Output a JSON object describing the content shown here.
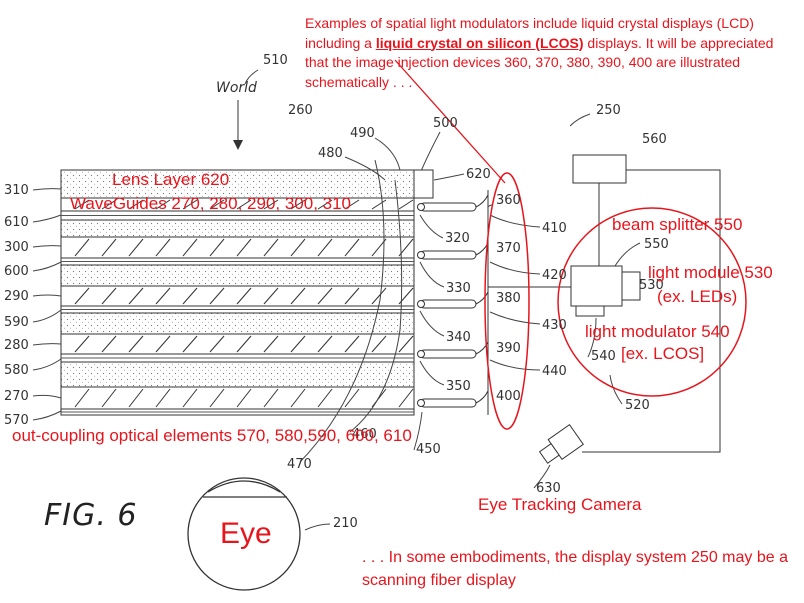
{
  "figure": {
    "fig_label": "FIG. 6",
    "world_label": "World",
    "ref_numbers": {
      "r510": "510",
      "r260": "260",
      "r250": "250",
      "r560": "560",
      "r490": "490",
      "r500": "500",
      "r480": "480",
      "r620": "620",
      "r360": "360",
      "r410": "410",
      "r320": "320",
      "r370": "370",
      "r420": "420",
      "r330": "330",
      "r380": "380",
      "r430": "430",
      "r340": "340",
      "r390": "390",
      "r440": "440",
      "r350": "350",
      "r400": "400",
      "r450": "450",
      "r460": "460",
      "r470": "470",
      "r550": "550",
      "r530": "530",
      "r540": "540",
      "r520": "520",
      "r630": "630",
      "r210": "210",
      "left_labels": [
        "310",
        "610",
        "300",
        "600",
        "290",
        "590",
        "280",
        "580",
        "270",
        "570"
      ]
    }
  },
  "annotations": {
    "top_note_pre": "Examples of spatial light modulators include liquid crystal displays (LCD) including a ",
    "top_note_bold": "liquid crystal on silicon (LCOS)",
    "top_note_post": " displays. It will be appreciated that the image injection devices 360, 370, 380, 390, 400 are illustrated schematically . . .",
    "lens_layer": "Lens Layer 620",
    "waveguides": "WaveGuides 270, 280, 290, 300, 310",
    "beam_splitter": "beam splitter 550",
    "light_module": "light module 530",
    "light_module_sub": "(ex. LEDs)",
    "light_modulator": "light modulator 540",
    "light_modulator_sub": "[ex. LCOS]",
    "out_coupling": "out-coupling optical elements 570, 580,590, 600, 610",
    "eye_tracking": "Eye Tracking Camera",
    "eye": "Eye",
    "bottom_note": ". . . In some embodiments, the display system 250 may be a scanning fiber display"
  },
  "colors": {
    "annotation": "#e8141c",
    "line": "#333333"
  }
}
